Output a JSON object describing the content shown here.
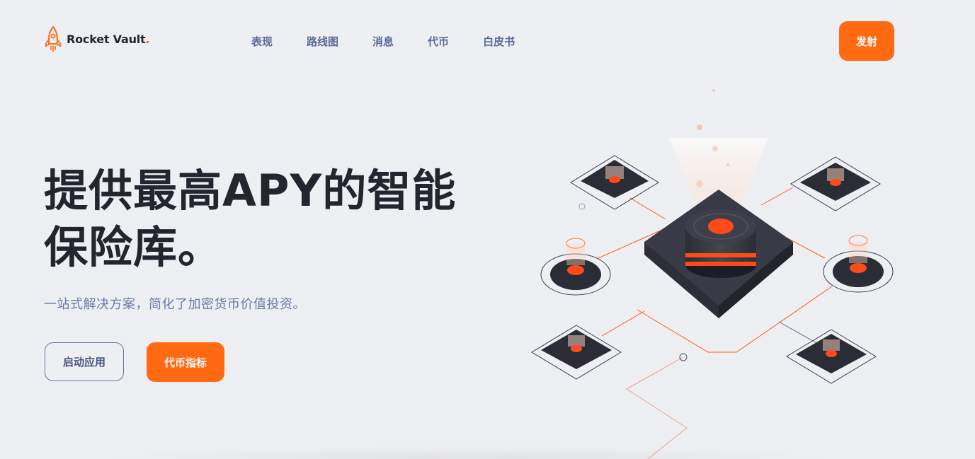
{
  "header": {
    "logo_text": "Rocket Vault",
    "logo_dot": ".",
    "nav": [
      {
        "label": "表现"
      },
      {
        "label": "路线图"
      },
      {
        "label": "消息"
      },
      {
        "label": "代币"
      },
      {
        "label": "白皮书"
      }
    ],
    "launch_label": "发射"
  },
  "hero": {
    "title_line1": "提供最高APY的智能",
    "title_line2": "保险库。",
    "subtitle": "一站式解决方案，简化了加密货币价值投资。",
    "primary_button": "启动应用",
    "secondary_button": "代币指标"
  },
  "colors": {
    "accent": "#ff6a13",
    "nav_text": "#5b6a99",
    "background": "#eeeff2",
    "dark": "#23262f"
  },
  "icons": {
    "logo": "rocket-icon"
  }
}
